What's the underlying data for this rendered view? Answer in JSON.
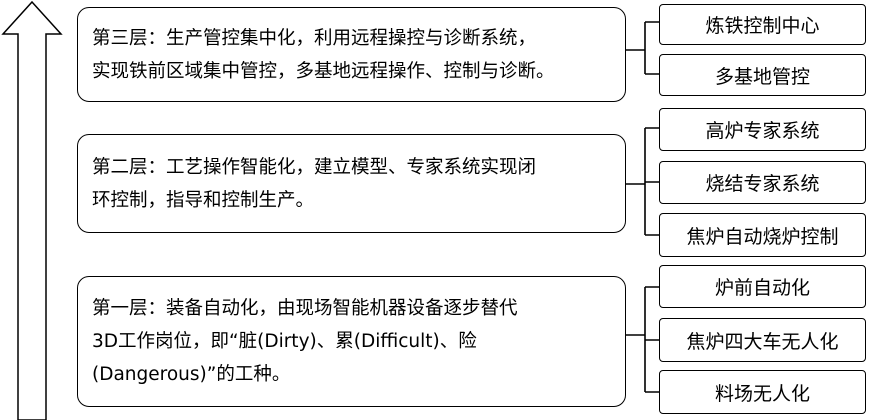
{
  "layers": [
    {
      "id": "third",
      "lines": [
        "第三层：生产管控集中化，利用远程操控与诊断系统，",
        "实现铁前区域集中管控，多基地远程操作、控制与诊断。"
      ],
      "items": [
        "炼铁控制中心",
        "多基地管控"
      ]
    },
    {
      "id": "second",
      "lines": [
        "第二层：工艺操作智能化，建立模型、专家系统实现闭",
        "环控制，指导和控制生产。"
      ],
      "items": [
        "高炉专家系统",
        "烧结专家系统",
        "焦炉自动烧炉控制"
      ]
    },
    {
      "id": "first",
      "lines": [
        "第一层：装备自动化，由现场智能机器设备逐步替代",
        "3D工作岗位，即“脏(Dirty)、累(Difficult)、险",
        "(Dangerous)”的工种。"
      ],
      "items": [
        "炉前自动化",
        "焦炉四大车无人化",
        "料场无人化"
      ]
    }
  ]
}
